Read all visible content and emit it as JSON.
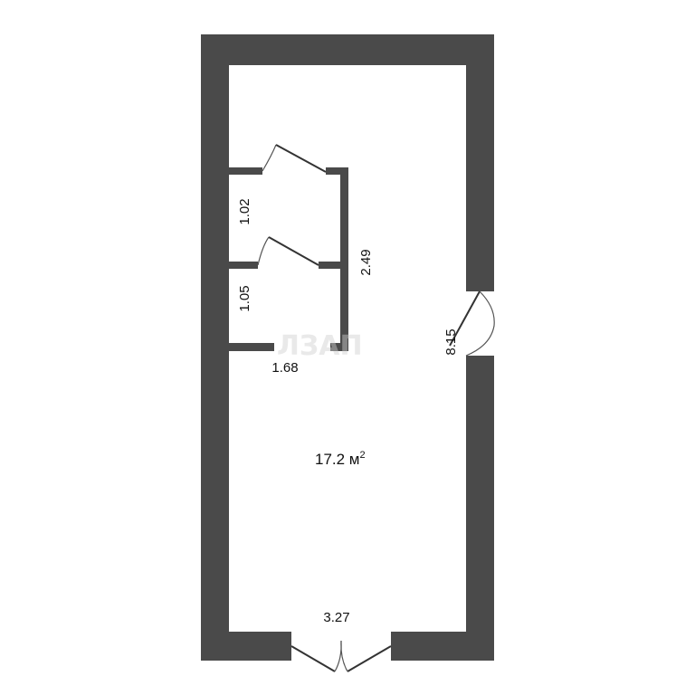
{
  "plan": {
    "dimensions": {
      "upper_closet_height": "1.02",
      "lower_closet_height": "1.05",
      "closet_total_height": "2.49",
      "closet_width": "1.68",
      "room_length": "8.15",
      "room_width": "3.27"
    },
    "area": {
      "value": "17.2 м",
      "unit_superscript": "2"
    },
    "watermark": "ЛЗАП",
    "colors": {
      "wall": "#4a4a4a",
      "background": "#ffffff",
      "text": "#111111"
    }
  }
}
